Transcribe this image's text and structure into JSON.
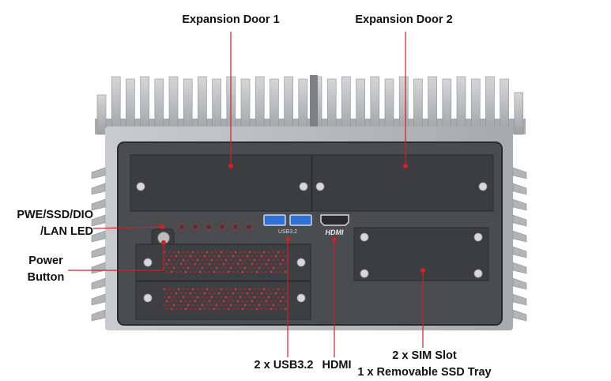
{
  "callouts": {
    "expansion_door_1": "Expansion Door 1",
    "expansion_door_2": "Expansion Door 2",
    "led": {
      "line1": "PWE/SSD/DIO",
      "line2": "/LAN LED"
    },
    "power": {
      "line1": "Power",
      "line2": "Button"
    },
    "usb": "2 x USB3.2",
    "hdmi": "HDMI",
    "sim_ssd": {
      "line1": "2 x SIM Slot",
      "line2": "1 x Removable SSD Tray"
    }
  },
  "panel_text": {
    "usb_port_label": "USB3.2",
    "hdmi_logo": "HDMI"
  },
  "colors": {
    "callout_line": "#d0202a",
    "callout_dot": "#d0202a",
    "heatsink": "#b9bcbf",
    "front_panel": "#4a4c50",
    "door": "#3b3d41",
    "usb_port": "#2f6fd6"
  }
}
